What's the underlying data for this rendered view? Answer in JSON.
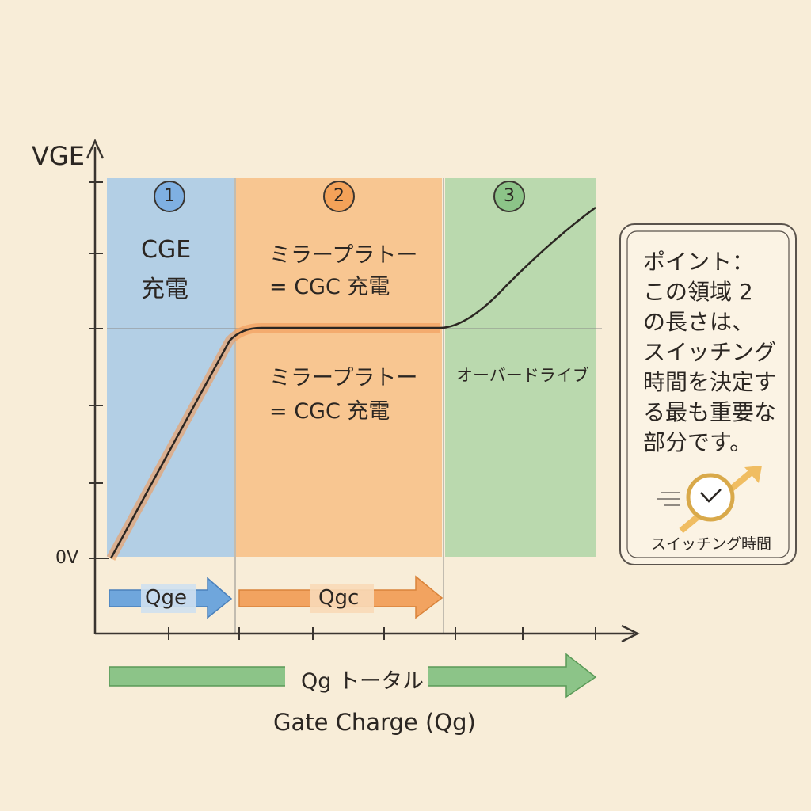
{
  "y_axis_label": "VGE",
  "zero_label": "0V",
  "x_axis_label": "Gate Charge (Qg)",
  "regions": [
    {
      "number": "1",
      "title_line1": "CGE",
      "title_line2": "充電",
      "color": "#8fbbe6"
    },
    {
      "number": "2",
      "title_line1": "ミラープラトー",
      "title_line2": "= CGC 充電",
      "lower_line1": "ミラープラトー",
      "lower_line2": "= CGC 充電",
      "color": "#f7b678"
    },
    {
      "number": "3",
      "title_line1": "オーバードライブ",
      "color": "#9ccb98"
    }
  ],
  "arrows": {
    "qge": "Qge",
    "qgc": "Qgc",
    "qg_total": "Qg トータル"
  },
  "note": {
    "lines": [
      "ポイント：",
      "この領域 2",
      "の長さは、",
      "スイッチング",
      "時間を決定す",
      "る最も重要な",
      "部分です。"
    ],
    "icon_caption": "スイッチング時間"
  }
}
